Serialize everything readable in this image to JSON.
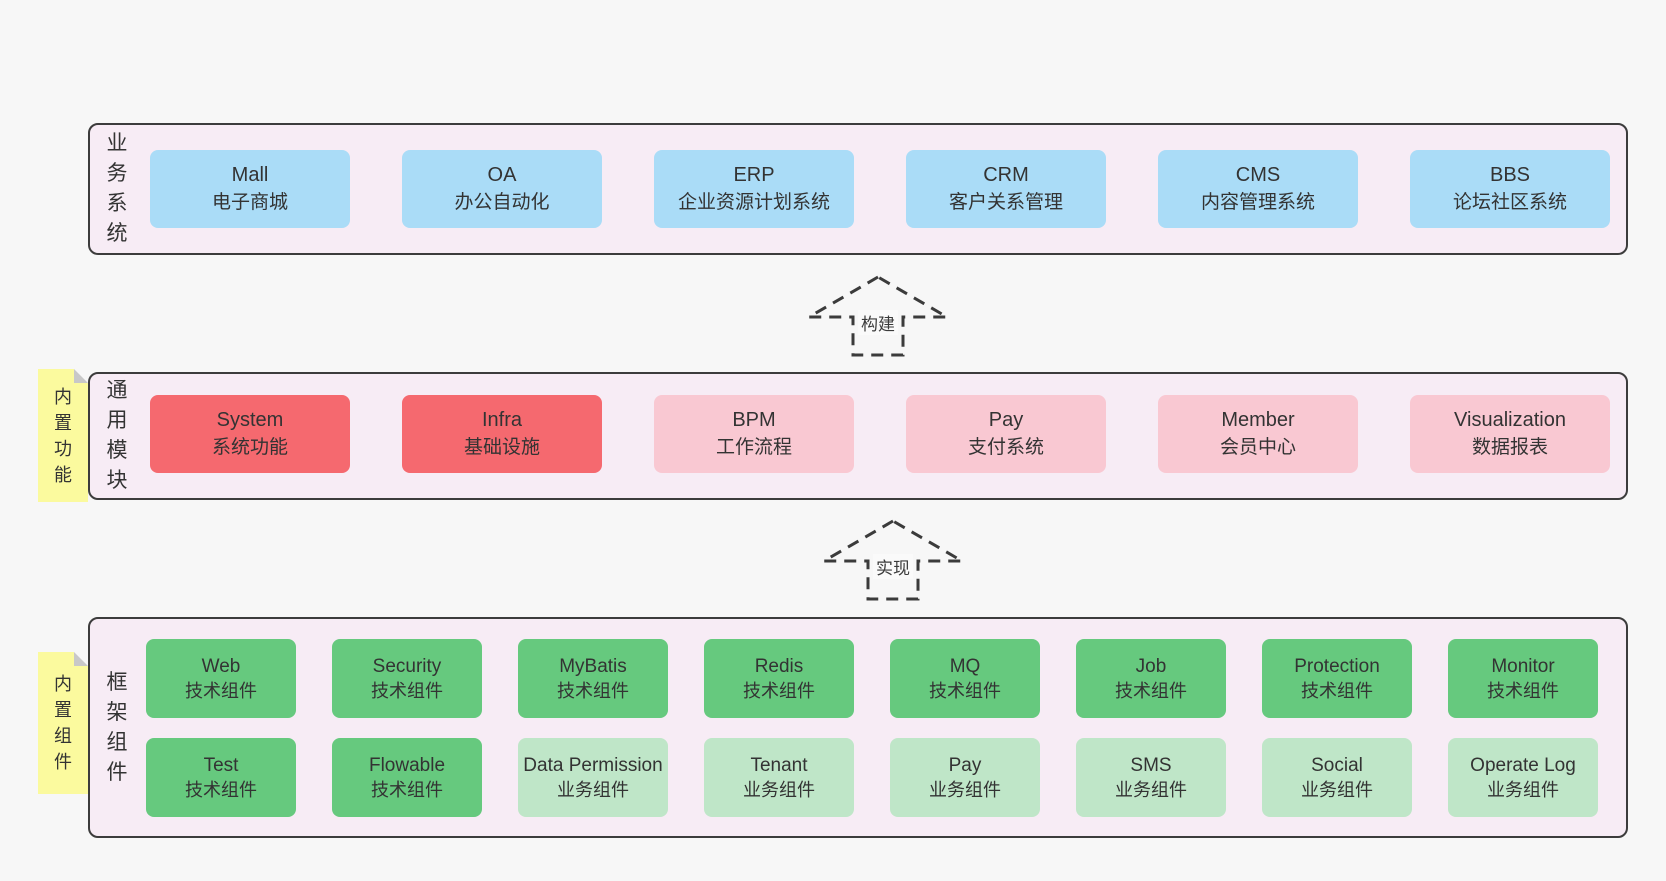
{
  "bands": [
    {
      "label": "业务系统",
      "boxes": [
        {
          "title": "Mall",
          "subtitle": "电子商城"
        },
        {
          "title": "OA",
          "subtitle": "办公自动化"
        },
        {
          "title": "ERP",
          "subtitle": "企业资源计划系统"
        },
        {
          "title": "CRM",
          "subtitle": "客户关系管理"
        },
        {
          "title": "CMS",
          "subtitle": "内容管理系统"
        },
        {
          "title": "BBS",
          "subtitle": "论坛社区系统"
        }
      ]
    },
    {
      "label": "通用模块",
      "note": "内置功能",
      "boxes": [
        {
          "title": "System",
          "subtitle": "系统功能"
        },
        {
          "title": "Infra",
          "subtitle": "基础设施"
        },
        {
          "title": "BPM",
          "subtitle": "工作流程"
        },
        {
          "title": "Pay",
          "subtitle": "支付系统"
        },
        {
          "title": "Member",
          "subtitle": "会员中心"
        },
        {
          "title": "Visualization",
          "subtitle": "数据报表"
        }
      ]
    },
    {
      "label": "框架组件",
      "note": "内置组件",
      "rows": [
        [
          {
            "title": "Web",
            "subtitle": "技术组件"
          },
          {
            "title": "Security",
            "subtitle": "技术组件"
          },
          {
            "title": "MyBatis",
            "subtitle": "技术组件"
          },
          {
            "title": "Redis",
            "subtitle": "技术组件"
          },
          {
            "title": "MQ",
            "subtitle": "技术组件"
          },
          {
            "title": "Job",
            "subtitle": "技术组件"
          },
          {
            "title": "Protection",
            "subtitle": "技术组件"
          },
          {
            "title": "Monitor",
            "subtitle": "技术组件"
          }
        ],
        [
          {
            "title": "Test",
            "subtitle": "技术组件"
          },
          {
            "title": "Flowable",
            "subtitle": "技术组件"
          },
          {
            "title": "Data Permission",
            "subtitle": "业务组件"
          },
          {
            "title": "Tenant",
            "subtitle": "业务组件"
          },
          {
            "title": "Pay",
            "subtitle": "业务组件"
          },
          {
            "title": "SMS",
            "subtitle": "业务组件"
          },
          {
            "title": "Social",
            "subtitle": "业务组件"
          },
          {
            "title": "Operate Log",
            "subtitle": "业务组件"
          }
        ]
      ]
    }
  ],
  "arrows": [
    {
      "label": "构建"
    },
    {
      "label": "实现"
    }
  ],
  "colors": {
    "page_bg": "#f7f7f7",
    "band_bg": "#f7ecf5",
    "band_border": "#3c3c3c",
    "business_box": "#aadcf7",
    "core_module_box": "#f5696f",
    "extension_module_box": "#f9c8d2",
    "tech_component_box": "#66c97e",
    "biz_component_box": "#bfe6c8",
    "sticky_note": "#fbfa9e",
    "text": "#333333"
  }
}
